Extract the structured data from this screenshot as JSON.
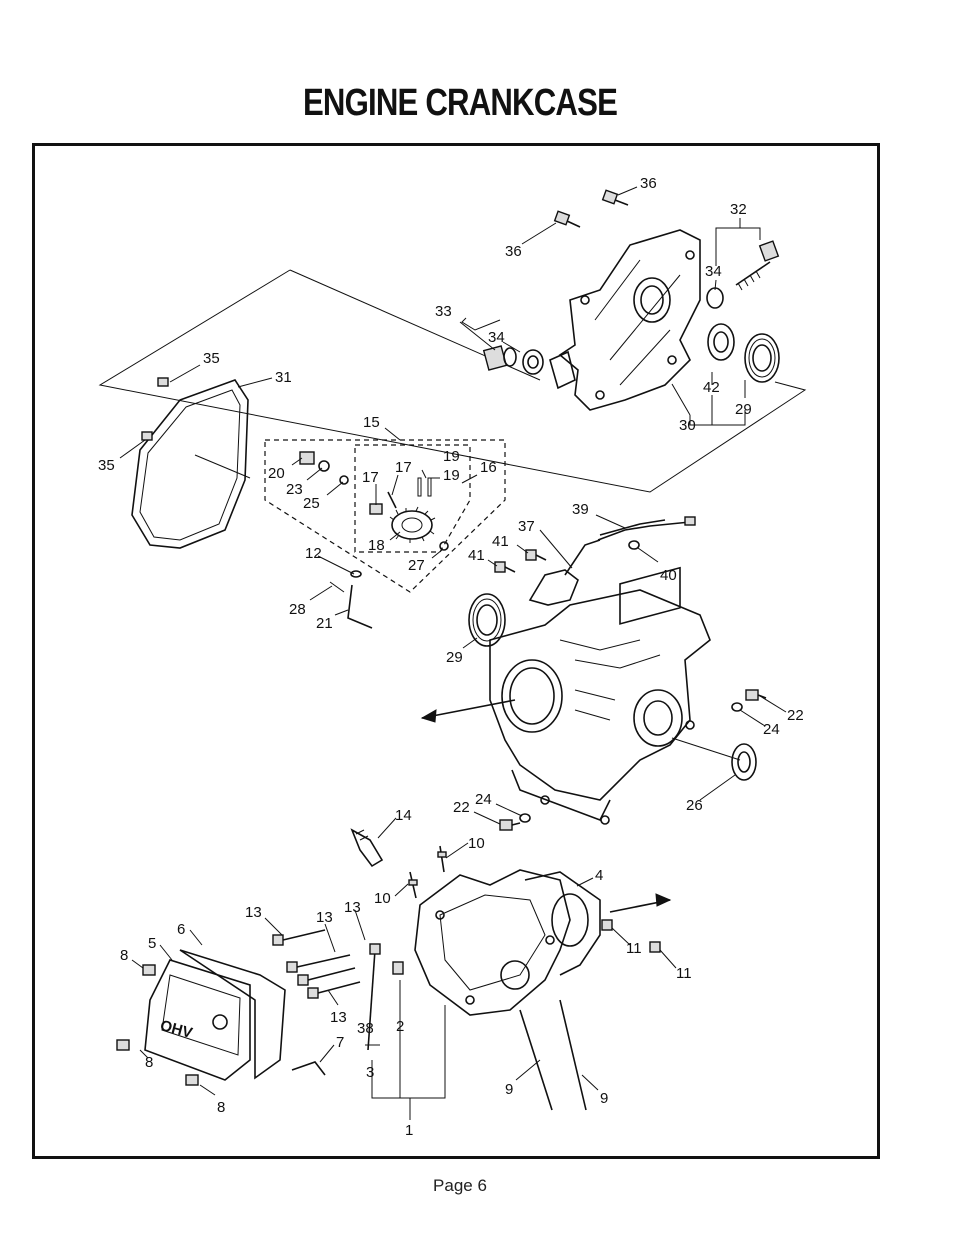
{
  "title": "ENGINE CRANKCASE",
  "footer": "Page 6",
  "labels": [
    "1",
    "2",
    "3",
    "4",
    "5",
    "6",
    "7",
    "8",
    "9",
    "10",
    "11",
    "12",
    "13",
    "14",
    "15",
    "16",
    "17",
    "18",
    "19",
    "20",
    "21",
    "22",
    "23",
    "24",
    "25",
    "26",
    "27",
    "28",
    "29",
    "30",
    "31",
    "32",
    "33",
    "34",
    "35",
    "36",
    "37",
    "38",
    "39",
    "40",
    "41",
    "42"
  ]
}
